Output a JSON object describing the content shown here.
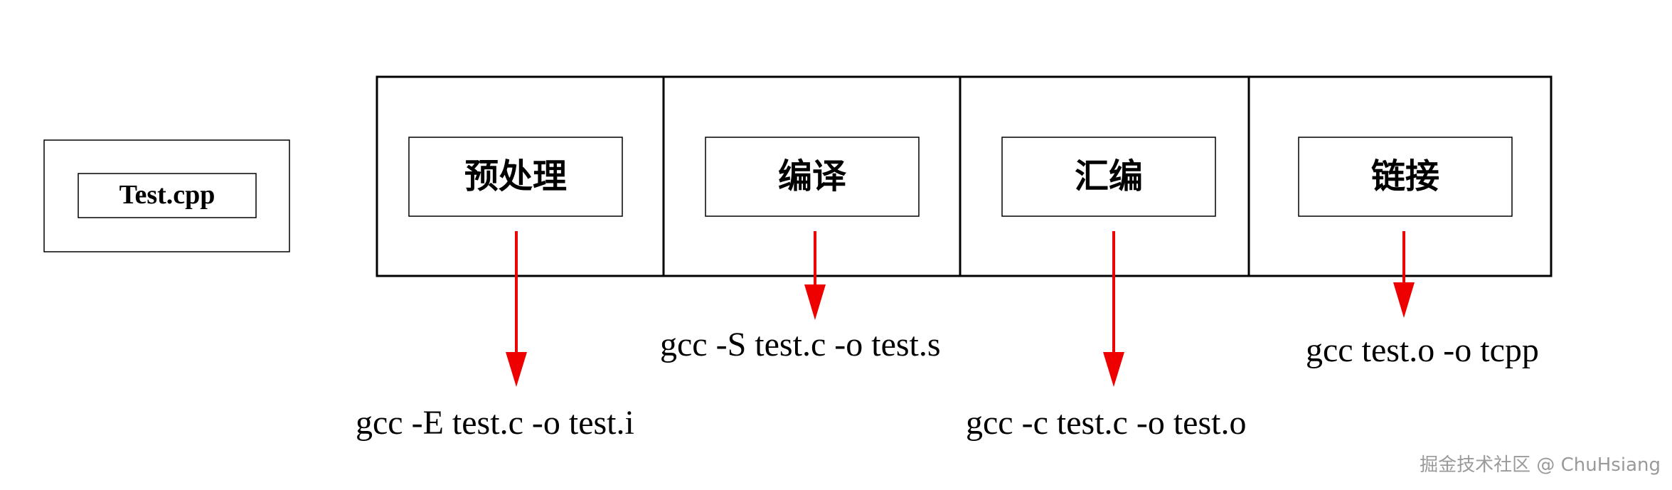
{
  "source_file": {
    "label": "Test.cpp"
  },
  "stages": [
    {
      "label": "预处理",
      "command": "gcc -E test.c -o test.i"
    },
    {
      "label": "编译",
      "command": "gcc -S test.c -o test.s"
    },
    {
      "label": "汇编",
      "command": "gcc -c test.c -o test.o"
    },
    {
      "label": "链接",
      "command": "gcc test.o -o tcpp"
    }
  ],
  "watermark": "掘金技术社区 @ ChuHsiang",
  "colors": {
    "arrow": "#ee0000",
    "line": "#000000",
    "text": "#000000",
    "watermark": "#9a9a9a"
  }
}
